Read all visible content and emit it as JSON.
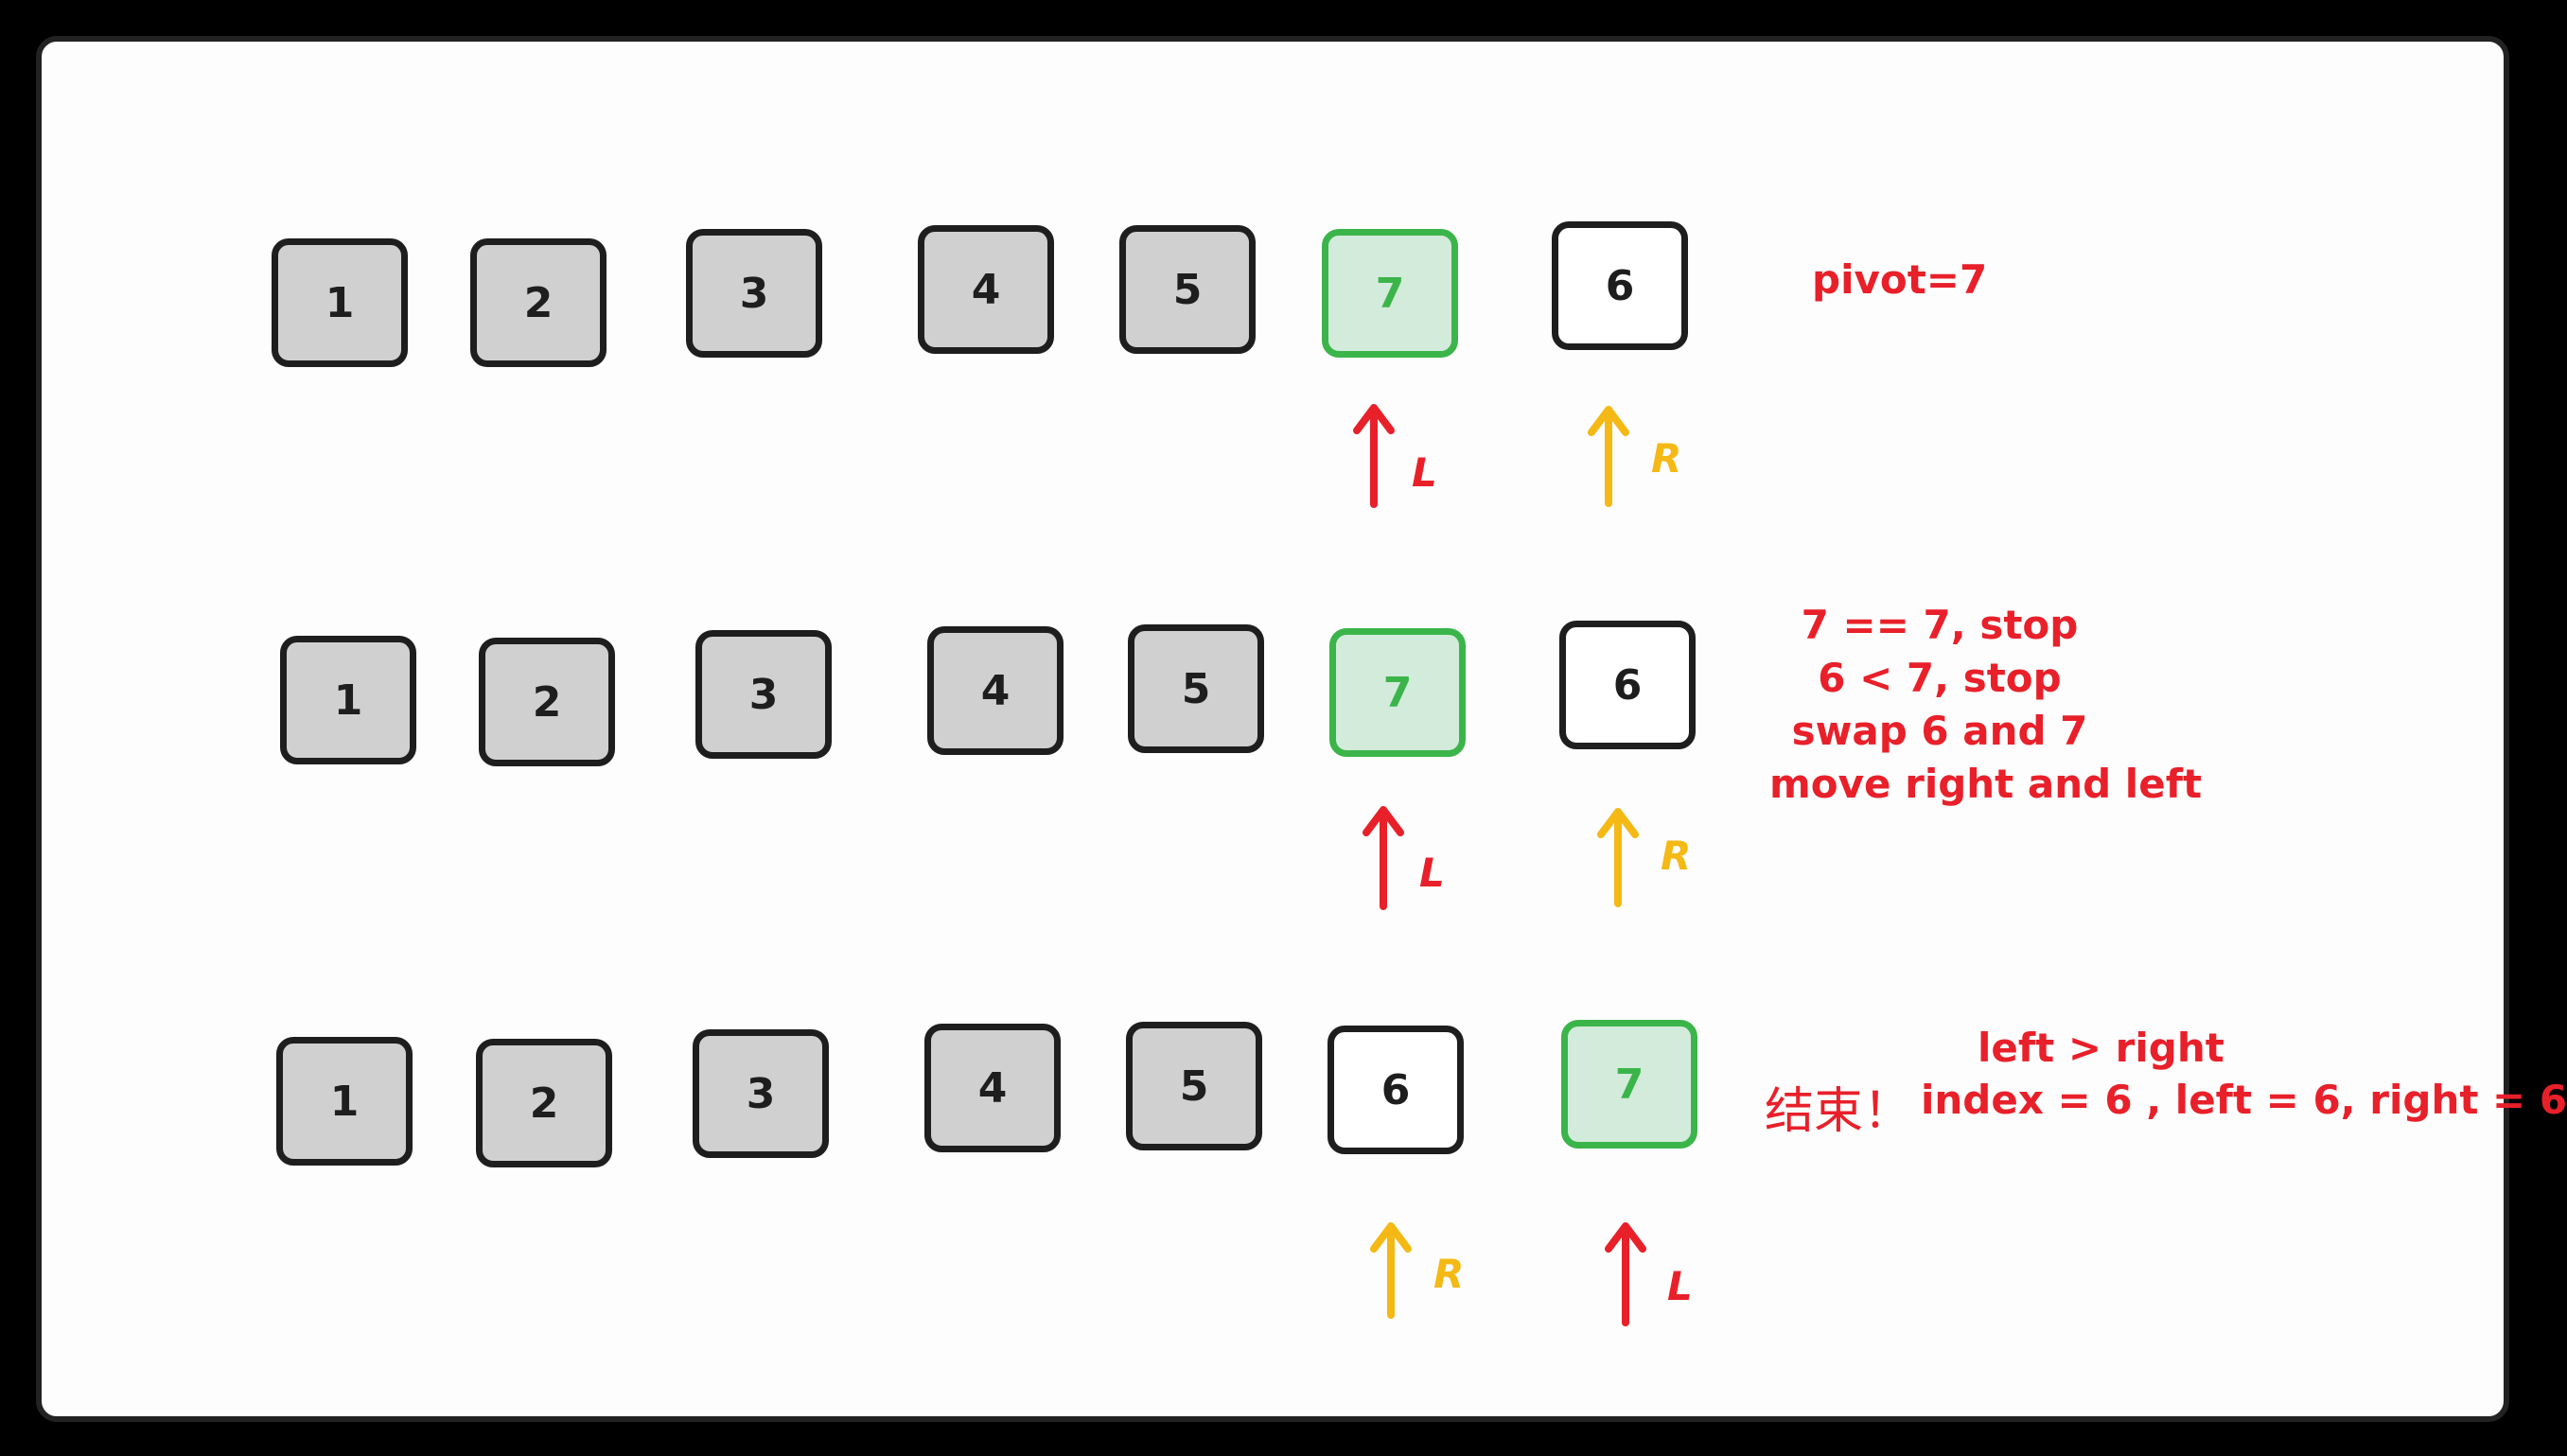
{
  "rows": [
    {
      "cells": [
        {
          "label": "1",
          "style": "gray"
        },
        {
          "label": "2",
          "style": "gray"
        },
        {
          "label": "3",
          "style": "gray"
        },
        {
          "label": "4",
          "style": "gray"
        },
        {
          "label": "5",
          "style": "gray"
        },
        {
          "label": "7",
          "style": "pivot"
        },
        {
          "label": "6",
          "style": "white"
        }
      ],
      "pointers": [
        {
          "label": "L",
          "color": "#e8202a"
        },
        {
          "label": "R",
          "color": "#f5b915"
        }
      ],
      "note": [
        "pivot=7"
      ]
    },
    {
      "cells": [
        {
          "label": "1",
          "style": "gray"
        },
        {
          "label": "2",
          "style": "gray"
        },
        {
          "label": "3",
          "style": "gray"
        },
        {
          "label": "4",
          "style": "gray"
        },
        {
          "label": "5",
          "style": "gray"
        },
        {
          "label": "7",
          "style": "pivot"
        },
        {
          "label": "6",
          "style": "white"
        }
      ],
      "pointers": [
        {
          "label": "L",
          "color": "#e8202a"
        },
        {
          "label": "R",
          "color": "#f5b915"
        }
      ],
      "note": [
        "7 == 7, stop",
        "6 < 7, stop",
        "swap 6 and 7",
        "move right and left"
      ]
    },
    {
      "cells": [
        {
          "label": "1",
          "style": "gray"
        },
        {
          "label": "2",
          "style": "gray"
        },
        {
          "label": "3",
          "style": "gray"
        },
        {
          "label": "4",
          "style": "gray"
        },
        {
          "label": "5",
          "style": "gray"
        },
        {
          "label": "6",
          "style": "white"
        },
        {
          "label": "7",
          "style": "pivot"
        }
      ],
      "pointers": [
        {
          "label": "R",
          "color": "#f5b915"
        },
        {
          "label": "L",
          "color": "#e8202a"
        }
      ],
      "note": [
        "left > right"
      ],
      "finish": "结束！",
      "summary": "index = 6 , left = 6, right = 6"
    }
  ],
  "colors": {
    "pointer_left": "#e8202a",
    "pointer_right": "#f5b915",
    "pivot_border": "#3bb54a",
    "pivot_fill": "#d3ebdb",
    "sorted_fill": "#d0d0d0",
    "note_text": "#e8202a"
  }
}
